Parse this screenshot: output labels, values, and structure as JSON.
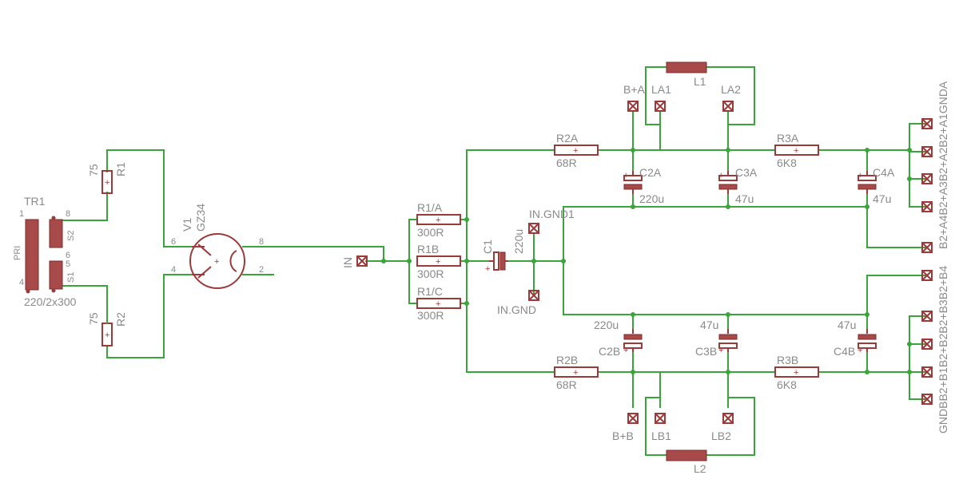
{
  "transformer": {
    "name": "TR1",
    "value": "220/2x300",
    "pri": "PRI",
    "s1": "S1",
    "s2": "S2",
    "pins": [
      "1",
      "8",
      "S2",
      "6",
      "S1",
      "5",
      "4"
    ]
  },
  "resistors": {
    "r1": {
      "name": "R1",
      "value": "75"
    },
    "r2": {
      "name": "R2",
      "value": "75"
    },
    "r1a": {
      "name": "R1/A",
      "value": "300R"
    },
    "r1b": {
      "name": "R1B",
      "value": "300R"
    },
    "r1c": {
      "name": "R1/C",
      "value": "300R"
    },
    "r2a": {
      "name": "R2A",
      "value": "68R"
    },
    "r2b": {
      "name": "R2B",
      "value": "68R"
    },
    "r3a": {
      "name": "R3A",
      "value": "6K8"
    },
    "r3b": {
      "name": "R3B",
      "value": "6K8"
    }
  },
  "tube": {
    "name": "V1",
    "type": "GZ34",
    "pins": {
      "p6": "6",
      "p4": "4",
      "p8": "8",
      "p2": "2"
    }
  },
  "capacitors": {
    "c1": {
      "name": "C1",
      "value": "220u"
    },
    "c2a": {
      "name": "C2A",
      "value": "220u"
    },
    "c3a": {
      "name": "C3A",
      "value": "47u"
    },
    "c4a": {
      "name": "C4A",
      "value": "47u"
    },
    "c2b": {
      "name": "C2B",
      "value": "220u"
    },
    "c3b": {
      "name": "C3B",
      "value": "47u"
    },
    "c4b": {
      "name": "C4B",
      "value": "47u"
    }
  },
  "inductors": {
    "l1": "L1",
    "l2": "L2"
  },
  "connectors": {
    "in": "IN",
    "in_gnd1": "IN.GND1",
    "in_gnd": "IN.GND",
    "bpa": "B+A",
    "la1": "LA1",
    "la2": "LA2",
    "bpb": "B+B",
    "lb1": "LB1",
    "lb2": "LB2",
    "right_top": "B2+A4B2+A3B2+A2B2+A1GNDA",
    "right_bottom": "GNDBB2+B1B2+B2B2+B3B2+B4"
  }
}
